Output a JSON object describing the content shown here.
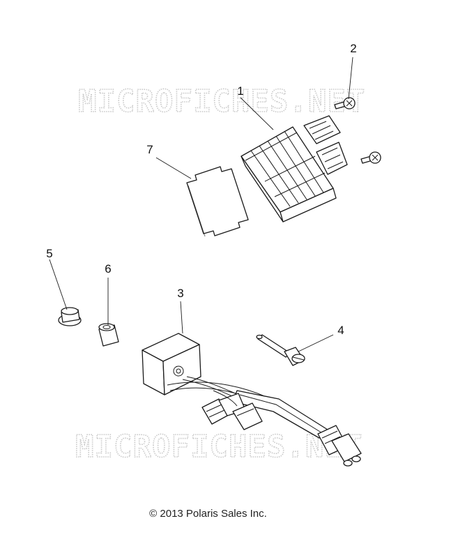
{
  "watermark": {
    "text": "MICROFICHES.NET",
    "color": "#c9c9c9"
  },
  "callouts": [
    {
      "id": "1",
      "part": "voltage-regulator"
    },
    {
      "id": "2",
      "part": "regulator-screw"
    },
    {
      "id": "3",
      "part": "harness-module"
    },
    {
      "id": "4",
      "part": "harness-bolt"
    },
    {
      "id": "5",
      "part": "flange-nut"
    },
    {
      "id": "6",
      "part": "spacer"
    },
    {
      "id": "7",
      "part": "thermal-pad"
    }
  ],
  "footer": {
    "copyright": "© 2013 Polaris Sales Inc."
  },
  "colors": {
    "line": "#1a1a1a",
    "background": "#ffffff"
  }
}
